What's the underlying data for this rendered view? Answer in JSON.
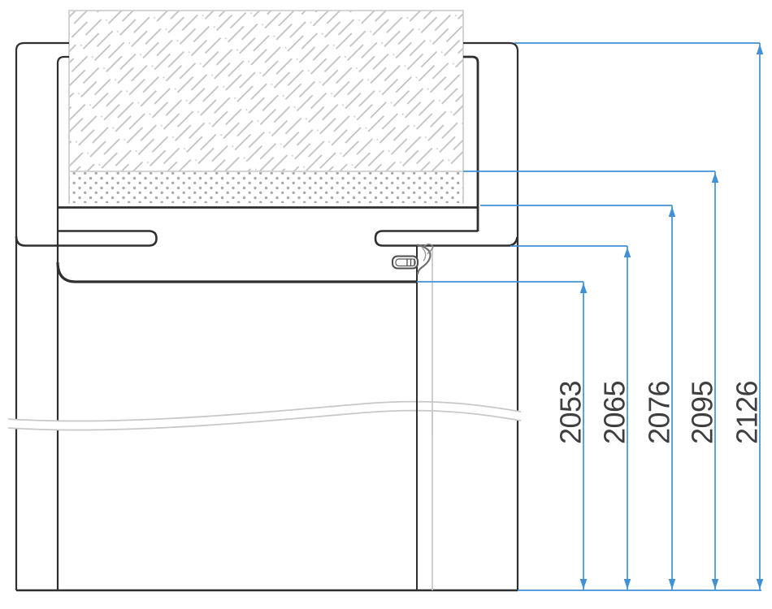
{
  "drawing": {
    "type": "technical-section-drawing",
    "subject": "door-frame-head-vertical-section",
    "parts": [
      "wall-hatch-block",
      "mortar-dot-band",
      "frame-profile",
      "door-stop-bars",
      "door-leaf-edge",
      "hinge-detail",
      "break-wave-line",
      "floor-line"
    ]
  },
  "dimensions": {
    "values": [
      {
        "label": "2053"
      },
      {
        "label": "2065"
      },
      {
        "label": "2076"
      },
      {
        "label": "2095"
      },
      {
        "label": "2126"
      }
    ]
  },
  "colors": {
    "background": "#ffffff",
    "dimension_line": "#4191d6",
    "drawing_line": "#2f2f2f",
    "light_gray": "#c8c8c8",
    "hatch_gray": "#c0c0c0",
    "dot_gray": "#a9a9a9",
    "hinge_gray": "#6f6f6f",
    "label_text": "#3e3e40"
  }
}
